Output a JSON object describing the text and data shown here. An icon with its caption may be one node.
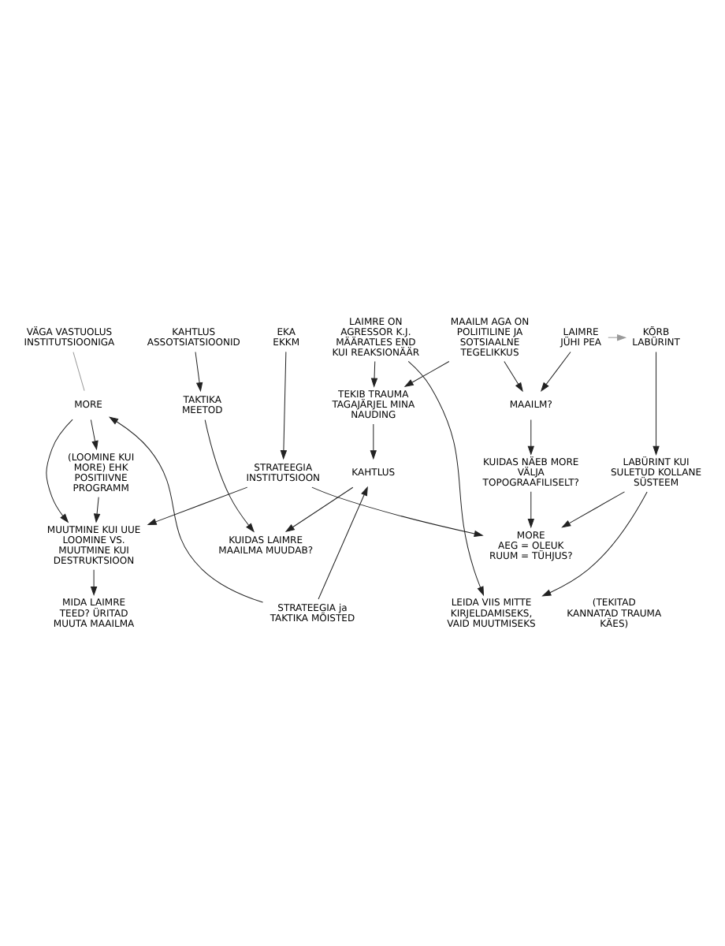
{
  "diagram": {
    "nodes": [
      {
        "text": [
          "EKA",
          "EKKM"
        ]
      },
      {
        "text": [
          "KÕRB",
          "LABÜRINT"
        ]
      },
      {
        "text": [
          "LAIMRE",
          "JÜHI PEA"
        ]
      },
      {
        "text": [
          "KAHTLUS",
          "ASSOTSIATSIOONID"
        ]
      },
      {
        "text": [
          "MAAILM?"
        ]
      },
      {
        "text": [
          "STRATEEGIA",
          "INSTITUTSIOON"
        ]
      },
      {
        "text": [
          "TAKTIKA",
          "MEETOD"
        ]
      },
      {
        "text": [
          "LABÜRINT KUI SULETUD KOLLANE SÜSTEEM"
        ]
      },
      {
        "text": [
          "MORE",
          "AEG = OLEUK",
          "RUUM = TÜHJUS?"
        ]
      },
      {
        "text": [
          "KUIDAS NÄEB MORE VÄLJA TOPOGRAAFILISELT?"
        ]
      },
      {
        "text": [
          "KUIDAS LAIMRE MAAILMA MUUDAB?"
        ]
      },
      {
        "text": [
          "(LOOMINE KUI MORE) EHK POSITIIVNE PROGRAMM"
        ]
      },
      {
        "text": [
          "MUUTMINE KUI UUE LOOMINE VS. MUUTMINE KUI DESTRUKTSIOON"
        ]
      },
      {
        "text": [
          "(TEKITAD KANNATAD TRAUMA KÄES)"
        ]
      },
      {
        "text": [
          "LAIMRE ON AGRESSOR K.J. MÄÄRATLES END KUI REAKSIONÄÄR"
        ]
      },
      {
        "text": [
          "VÄGA VASTUOLUS INSTITUTSIOONIGA"
        ]
      },
      {
        "text": [
          "TEKIB TRAUMA TAGAJÄRJEL MINA NAUDING"
        ]
      },
      {
        "text": [
          "MORE"
        ]
      },
      {
        "text": [
          "KAHTLUS"
        ]
      },
      {
        "text": [
          "MAAILM AGA ON POLIITILINE JA SOTSIAALNE TEGELIKKUS"
        ]
      },
      {
        "text": [
          "STRATEEGIA ja TAKTIKA MÕISTED"
        ]
      },
      {
        "text": [
          "MIDA LAIMRE TEED? ÜRITAD MUUTA MAAILMA"
        ]
      },
      {
        "text": [
          "LEIDA VIIS MITTE KIRJELDAMISEKS, VAID MUUTMISEKS"
        ]
      }
    ],
    "edges": [
      {
        "from": 0,
        "to": 5,
        "arrow": "to"
      },
      {
        "from": 2,
        "to": 1,
        "arrow": "to",
        "color": "#999999"
      },
      {
        "from": 2,
        "to": 4,
        "arrow": "to"
      },
      {
        "from": 3,
        "to": 6,
        "arrow": "to"
      },
      {
        "from": 1,
        "to": 7,
        "arrow": "to"
      },
      {
        "from": 4,
        "to": 9,
        "arrow": "to"
      },
      {
        "from": 5,
        "to": 8,
        "arrow": "to"
      },
      {
        "from": 7,
        "to": 8,
        "arrow": "to"
      },
      {
        "from": 5,
        "to": 12,
        "arrow": "to"
      },
      {
        "from": 9,
        "to": 8,
        "arrow": "to"
      },
      {
        "from": 6,
        "to": 10,
        "arrow": "to"
      },
      {
        "from": 19,
        "to": 4,
        "arrow": "to"
      },
      {
        "from": 18,
        "to": 10,
        "arrow": "to"
      },
      {
        "from": 11,
        "to": 12,
        "arrow": "to"
      },
      {
        "from": 17,
        "to": 11,
        "arrow": "to"
      },
      {
        "from": 17,
        "to": 12,
        "arrow": "to"
      },
      {
        "from": 20,
        "to": 17,
        "arrow": "to"
      },
      {
        "from": 20,
        "to": 18,
        "arrow": "to"
      },
      {
        "from": 15,
        "to": 17,
        "arrow": "none",
        "color": "#999999"
      },
      {
        "from": 16,
        "to": 18,
        "arrow": "to"
      },
      {
        "from": 19,
        "to": 16,
        "arrow": "to"
      },
      {
        "from": 14,
        "to": 16,
        "arrow": "to"
      },
      {
        "from": 12,
        "to": 21,
        "arrow": "to"
      },
      {
        "from": 7,
        "to": 22,
        "arrow": "to"
      },
      {
        "from": 14,
        "to": 22,
        "arrow": "to"
      }
    ]
  }
}
